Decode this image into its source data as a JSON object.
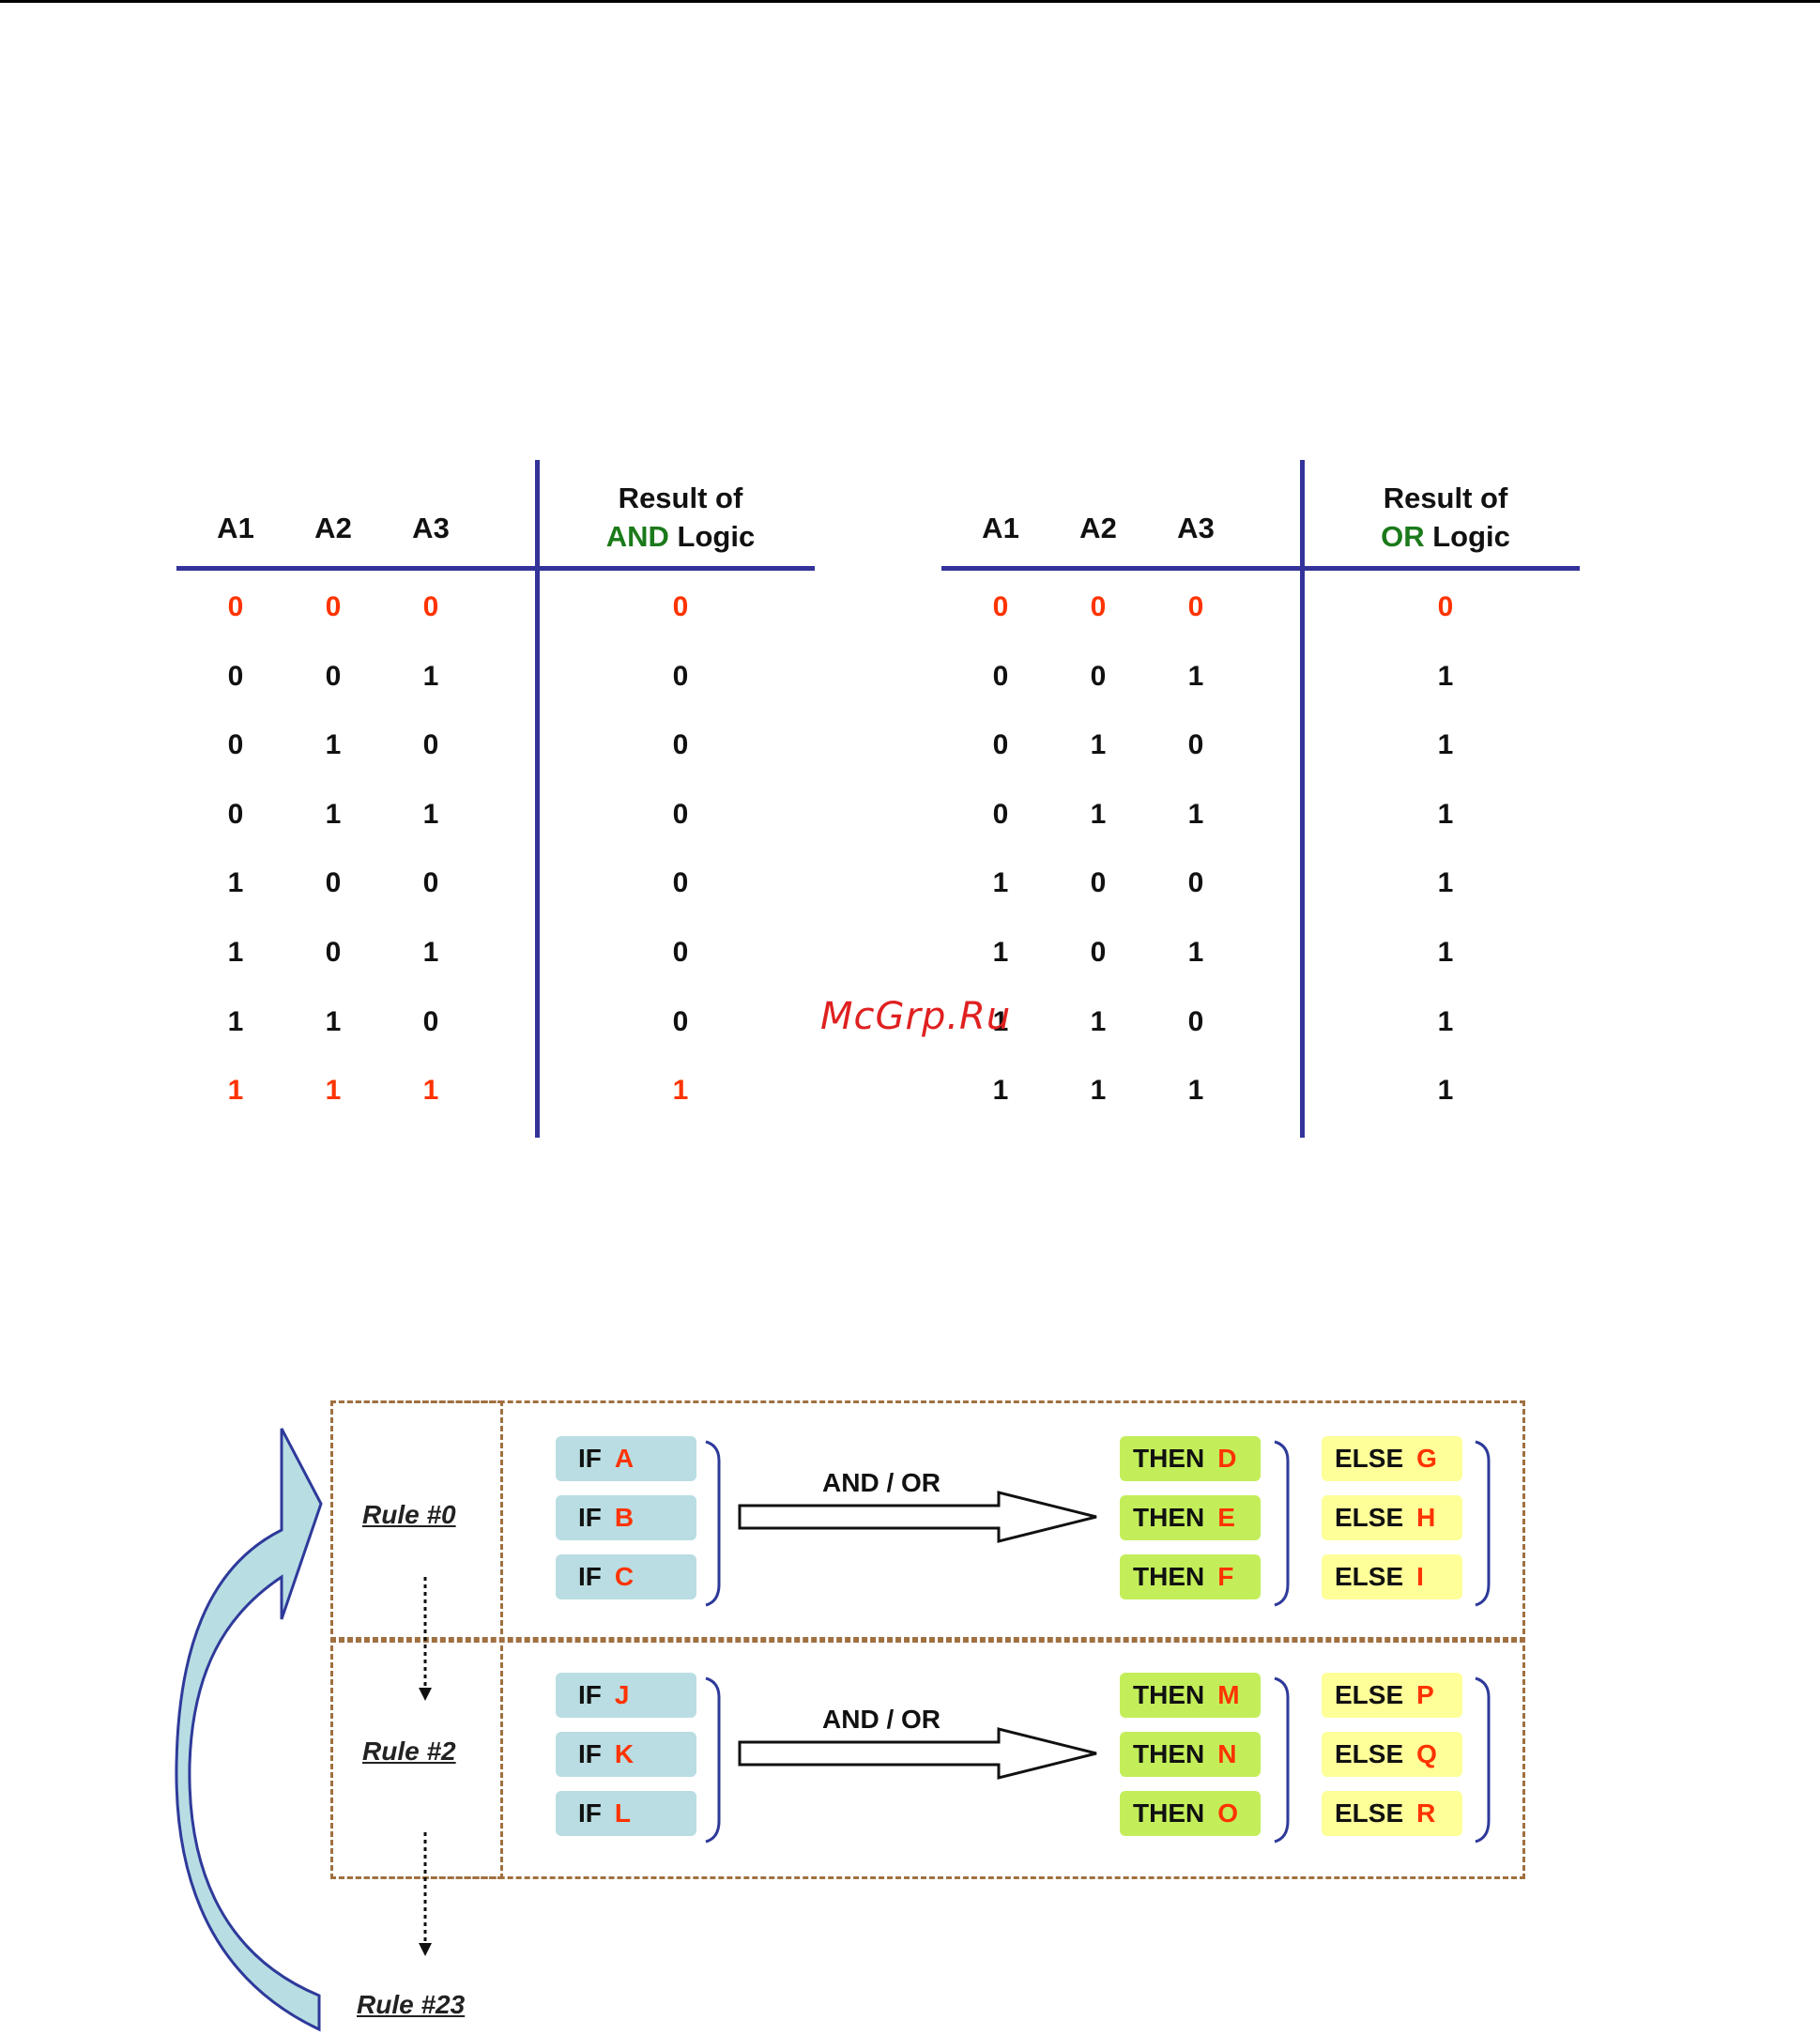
{
  "watermark": "McGrp.Ru",
  "and_table": {
    "headers": [
      "A1",
      "A2",
      "A3"
    ],
    "result_line1": "Result of",
    "result_keyword": "AND",
    "result_suffix": " Logic",
    "rows": [
      [
        0,
        0,
        0,
        0
      ],
      [
        0,
        0,
        1,
        0
      ],
      [
        0,
        1,
        0,
        0
      ],
      [
        0,
        1,
        1,
        0
      ],
      [
        1,
        0,
        0,
        0
      ],
      [
        1,
        0,
        1,
        0
      ],
      [
        1,
        1,
        0,
        0
      ],
      [
        1,
        1,
        1,
        1
      ]
    ],
    "highlight_rows": [
      0,
      7
    ]
  },
  "or_table": {
    "headers": [
      "A1",
      "A2",
      "A3"
    ],
    "result_line1": "Result of",
    "result_keyword": "OR",
    "result_suffix": " Logic",
    "rows": [
      [
        0,
        0,
        0,
        0
      ],
      [
        0,
        0,
        1,
        1
      ],
      [
        0,
        1,
        0,
        1
      ],
      [
        0,
        1,
        1,
        1
      ],
      [
        1,
        0,
        0,
        1
      ],
      [
        1,
        0,
        1,
        1
      ],
      [
        1,
        1,
        0,
        1
      ],
      [
        1,
        1,
        1,
        1
      ]
    ],
    "highlight_rows": [
      0
    ]
  },
  "colors": {
    "highlight": "#ff3300",
    "normal": "#111111",
    "keyword_green": "#1b7a1b",
    "table_lines": "#33339a",
    "if_chip": "#b9dde2",
    "then_chip": "#c3ee5a",
    "else_chip": "#ffff99",
    "dash": "#a07040",
    "loop_arrow_fill": "#b8dde3",
    "loop_arrow_stroke": "#2e3a9a"
  },
  "diagram": {
    "rules": [
      {
        "label": "Rule #0",
        "connector": "AND / OR",
        "ifs": [
          {
            "kw": "IF",
            "var": "A"
          },
          {
            "kw": "IF",
            "var": "B"
          },
          {
            "kw": "IF",
            "var": "C"
          }
        ],
        "thens": [
          {
            "kw": "THEN",
            "var": "D"
          },
          {
            "kw": "THEN",
            "var": "E"
          },
          {
            "kw": "THEN",
            "var": "F"
          }
        ],
        "elses": [
          {
            "kw": "ELSE",
            "var": "G"
          },
          {
            "kw": "ELSE",
            "var": "H"
          },
          {
            "kw": "ELSE",
            "var": "I"
          }
        ]
      },
      {
        "label": "Rule #2",
        "connector": "AND / OR",
        "ifs": [
          {
            "kw": "IF",
            "var": "J"
          },
          {
            "kw": "IF",
            "var": "K"
          },
          {
            "kw": "IF",
            "var": "L"
          }
        ],
        "thens": [
          {
            "kw": "THEN",
            "var": "M"
          },
          {
            "kw": "THEN",
            "var": "N"
          },
          {
            "kw": "THEN",
            "var": "O"
          }
        ],
        "elses": [
          {
            "kw": "ELSE",
            "var": "P"
          },
          {
            "kw": "ELSE",
            "var": "Q"
          },
          {
            "kw": "ELSE",
            "var": "R"
          }
        ]
      }
    ],
    "last_rule_label": "Rule #23"
  }
}
